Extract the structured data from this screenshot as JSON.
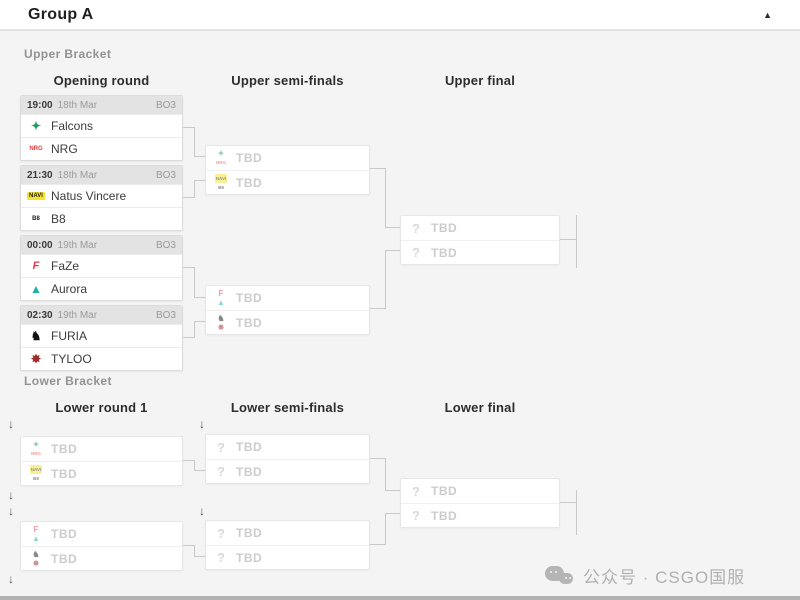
{
  "header": {
    "title": "Group A",
    "collapse_icon": "▲"
  },
  "teams": {
    "falcons": {
      "name": "Falcons",
      "icon": "✦",
      "color": "#22a05f"
    },
    "nrg": {
      "name": "NRG",
      "icon": "NRG",
      "color": "#e23a3a"
    },
    "navi": {
      "name": "Natus Vincere",
      "icon": "NAVI",
      "color": "#222222",
      "bg": "#f5e32e"
    },
    "b8": {
      "name": "B8",
      "icon": "B8",
      "color": "#1a1a1a"
    },
    "faze": {
      "name": "FaZe",
      "icon": "F",
      "color": "#e73948"
    },
    "aurora": {
      "name": "Aurora",
      "icon": "▲",
      "color": "#18b3a2"
    },
    "furia": {
      "name": "FURIA",
      "icon": "♞",
      "color": "#111111"
    },
    "tyloo": {
      "name": "TYLOO",
      "icon": "✸",
      "color": "#9c2b2b"
    }
  },
  "upper": {
    "section_label": "Upper Bracket",
    "columns": [
      "Opening round",
      "Upper semi-finals",
      "Upper final"
    ],
    "matches": [
      {
        "time": "19:00",
        "date": "18th Mar",
        "format": "BO3"
      },
      {
        "time": "21:30",
        "date": "18th Mar",
        "format": "BO3"
      },
      {
        "time": "00:00",
        "date": "19th Mar",
        "format": "BO3"
      },
      {
        "time": "02:30",
        "date": "19th Mar",
        "format": "BO3"
      }
    ],
    "tbd_label": "TBD",
    "unknown_icon": "?"
  },
  "lower": {
    "section_label": "Lower Bracket",
    "columns": [
      "Lower round 1",
      "Lower semi-finals",
      "Lower final"
    ],
    "drop_arrow": "↓",
    "tbd_label": "TBD",
    "unknown_icon": "?"
  },
  "watermark": {
    "text": "公众号 · CSGO国服"
  }
}
